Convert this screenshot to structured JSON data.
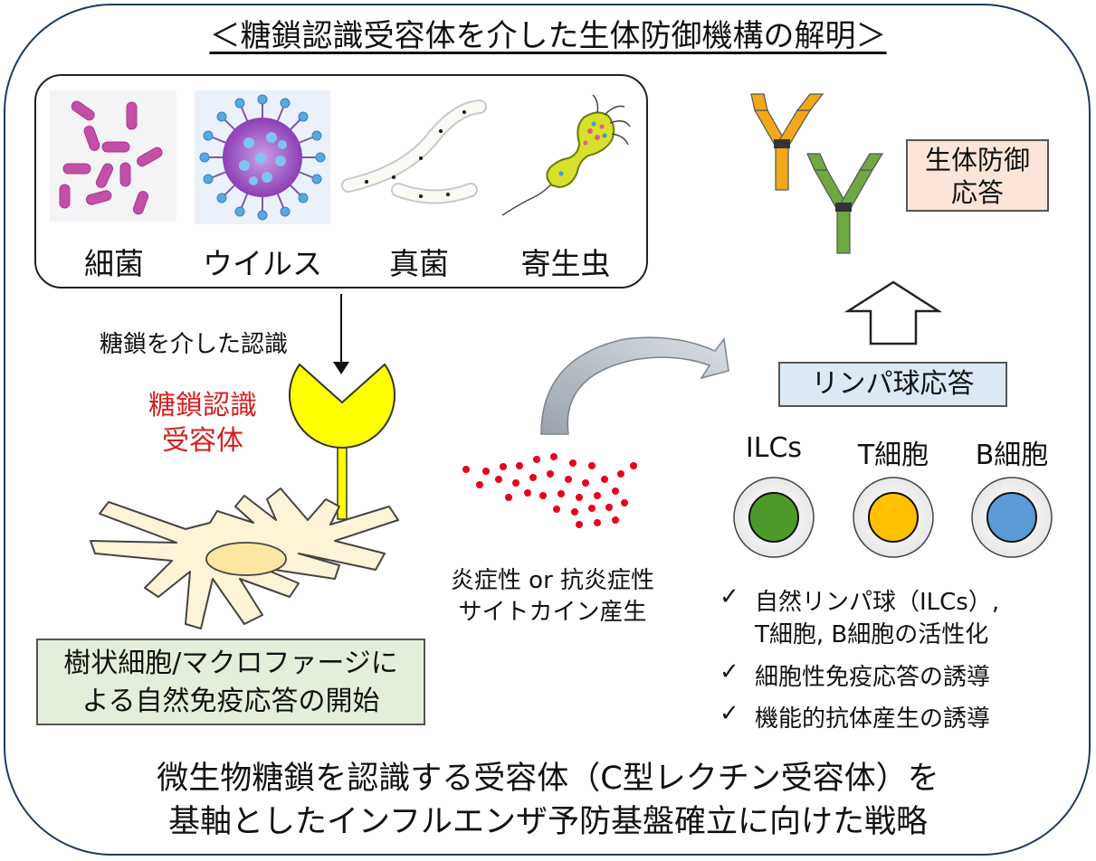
{
  "title": "＜糖鎖認識受容体を介した生体防御機構の解明＞",
  "pathogens": [
    {
      "label": "細菌",
      "icon": "bacteria-icon"
    },
    {
      "label": "ウイルス",
      "icon": "virus-icon"
    },
    {
      "label": "真菌",
      "icon": "fungus-icon"
    },
    {
      "label": "寄生虫",
      "icon": "parasite-icon"
    }
  ],
  "recognition_label": "糖鎖を介した認識",
  "receptor_label_line1": "糖鎖認識",
  "receptor_label_line2": "受容体",
  "cell_box_line1": "樹状細胞/マクロファージに",
  "cell_box_line2": "よる自然免疫応答の開始",
  "cytokine_line1": "炎症性 or 抗炎症性",
  "cytokine_line2": "サイトカイン産生",
  "defense_line1": "生体防御",
  "defense_line2": "応答",
  "lymph_response": "リンパ球応答",
  "lymphocytes": [
    {
      "label": "ILCs",
      "color": "#4c9a2a"
    },
    {
      "label": "T細胞",
      "color": "#ffc000"
    },
    {
      "label": "B細胞",
      "color": "#5b9bd5"
    }
  ],
  "check_mark": "✓",
  "checks": [
    {
      "line1": "自然リンパ球（ILCs）,",
      "line2": "T細胞, B細胞の活性化"
    },
    {
      "line1": "細胞性免疫応答の誘導",
      "line2": ""
    },
    {
      "line1": "機能的抗体産生の誘導",
      "line2": ""
    }
  ],
  "bottom_line1": "微生物糖鎖を認識する受容体（C型レクチン受容体）を",
  "bottom_line2": "基軸としたインフルエンザ予防基盤確立に向けた戦略",
  "colors": {
    "frame": "#1f3a5f",
    "receptor_label": "#d42020",
    "receptor": "#ffff00",
    "cell": "#fdf3d6",
    "nucleus": "#fbe6a2",
    "cytokine_dot": "#e8001c",
    "antibody_orange": "#f0a818",
    "antibody_green": "#6fa843"
  }
}
